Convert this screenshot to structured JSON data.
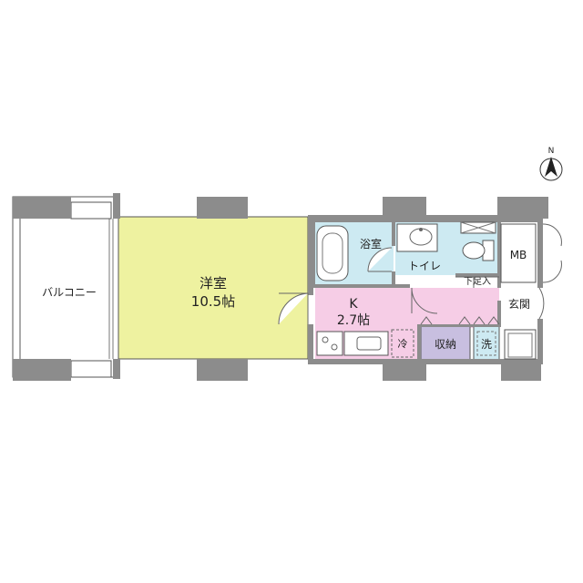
{
  "compass": {
    "label": "N"
  },
  "rooms": {
    "balcony": {
      "label": "バルコニー"
    },
    "western": {
      "label": "洋室",
      "size": "10.5帖"
    },
    "kitchen": {
      "label": "K",
      "size": "2.7帖"
    },
    "bath": {
      "label": "浴室"
    },
    "toilet": {
      "label": "トイレ"
    },
    "mb": {
      "label": "MB"
    },
    "shoe_rack": {
      "label": "下足入"
    },
    "entrance": {
      "label": "玄関"
    },
    "storage": {
      "label": "収納"
    },
    "washer": {
      "label": "洗"
    },
    "fridge": {
      "label": "冷"
    }
  },
  "colors": {
    "wall": "#8c8c8c",
    "western_fill": "#eef2a0",
    "kitchen_fill": "#f6cde6",
    "wet_fill": "#cdeaf2",
    "storage_fill": "#c8bfe0"
  }
}
